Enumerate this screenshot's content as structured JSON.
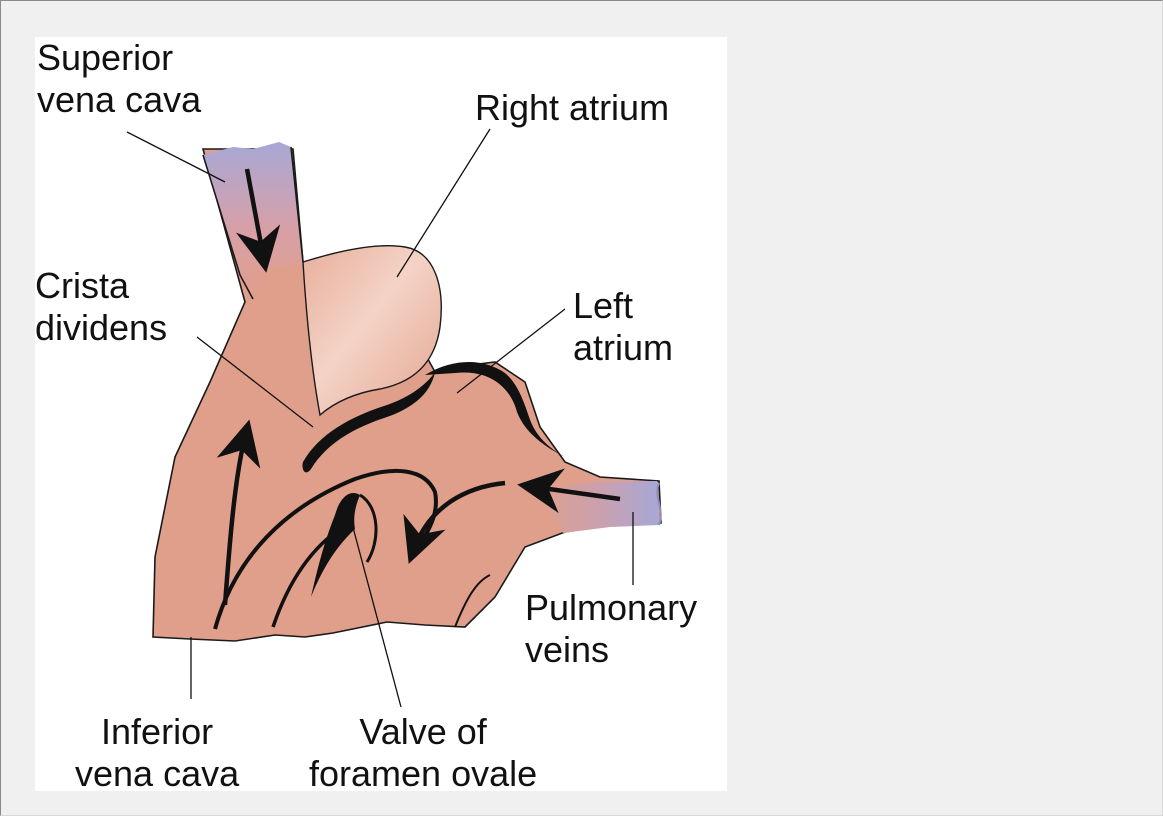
{
  "diagram": {
    "labels": {
      "superior_vena_cava": [
        "Superior",
        "vena cava"
      ],
      "right_atrium": [
        "Right atrium"
      ],
      "crista_dividens": [
        "Crista",
        "dividens"
      ],
      "left_atrium": [
        "Left",
        "atrium"
      ],
      "pulmonary_veins": [
        "Pulmonary",
        "veins"
      ],
      "inferior_vena_cava": [
        "Inferior",
        "vena cava"
      ],
      "valve_of_foramen_ovale": [
        "Valve of",
        "foramen ovale"
      ]
    },
    "colors": {
      "tissue": "#e09f8b",
      "tissue_light": "#f1cdbf",
      "vein_blue": "#a7a8d6",
      "outline": "#111111",
      "background": "#f0f0f0"
    }
  }
}
